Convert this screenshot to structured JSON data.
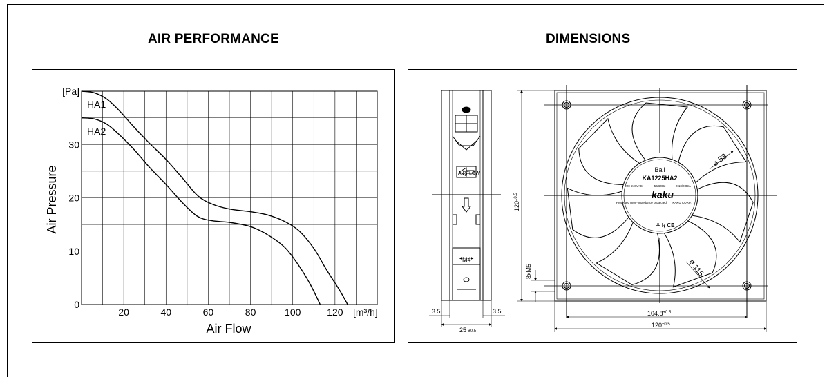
{
  "page": {
    "left_title": "AIR PERFORMANCE",
    "right_title": "DIMENSIONS"
  },
  "chart_data": {
    "type": "line",
    "title": "AIR PERFORMANCE",
    "xlabel": "Air Flow",
    "ylabel": "Air Pressure",
    "x_unit": "[m³/h]",
    "y_unit": "[Pa]",
    "xlim": [
      0,
      140
    ],
    "ylim": [
      0,
      40
    ],
    "x_ticks": [
      20,
      40,
      60,
      80,
      100,
      120
    ],
    "y_ticks": [
      0,
      10,
      20,
      30
    ],
    "grid": true,
    "series": [
      {
        "name": "HA1",
        "points": [
          [
            0,
            40
          ],
          [
            6,
            39.7
          ],
          [
            12,
            38.5
          ],
          [
            18,
            36.3
          ],
          [
            25,
            33.2
          ],
          [
            32,
            30.3
          ],
          [
            40,
            27.2
          ],
          [
            48,
            23.6
          ],
          [
            55,
            20.4
          ],
          [
            62,
            18.8
          ],
          [
            70,
            17.9
          ],
          [
            80,
            17.4
          ],
          [
            88,
            16.8
          ],
          [
            96,
            15.6
          ],
          [
            103,
            13.8
          ],
          [
            110,
            10.5
          ],
          [
            116,
            6.5
          ],
          [
            122,
            2.8
          ],
          [
            126,
            0
          ]
        ]
      },
      {
        "name": "HA2",
        "points": [
          [
            0,
            35
          ],
          [
            6,
            34.8
          ],
          [
            12,
            33.8
          ],
          [
            18,
            31.8
          ],
          [
            25,
            29.0
          ],
          [
            32,
            25.8
          ],
          [
            40,
            22.5
          ],
          [
            48,
            19.0
          ],
          [
            55,
            16.5
          ],
          [
            62,
            15.7
          ],
          [
            70,
            15.4
          ],
          [
            80,
            14.6
          ],
          [
            88,
            13.1
          ],
          [
            96,
            10.8
          ],
          [
            102,
            7.8
          ],
          [
            108,
            4.0
          ],
          [
            113,
            0
          ]
        ]
      }
    ]
  },
  "dimensions": {
    "side_view": {
      "airflow": "AIRFLOW",
      "screw": "M4",
      "width": "25",
      "width_tol": "±0.5",
      "edge_left": "3.5",
      "edge_right": "3.5"
    },
    "front_view": {
      "height": "120",
      "height_tol": "±0.5",
      "width": "120",
      "width_tol": "±0.5",
      "hole_pitch": "104.8",
      "hole_pitch_tol": "±0.5",
      "holes": "8xM5",
      "hub_dia": "ø 53",
      "outer_dia": "ø 115",
      "label_bearing": "Ball",
      "label_model": "KA1225HA2",
      "label_voltage": "220-240VAC",
      "label_freq": "50/60Hz",
      "label_current": "0.10/0.09A",
      "label_brand": "kaku",
      "label_corp": "KAKU CORP.",
      "label_note": "Protected (non-impedance protected)"
    }
  }
}
